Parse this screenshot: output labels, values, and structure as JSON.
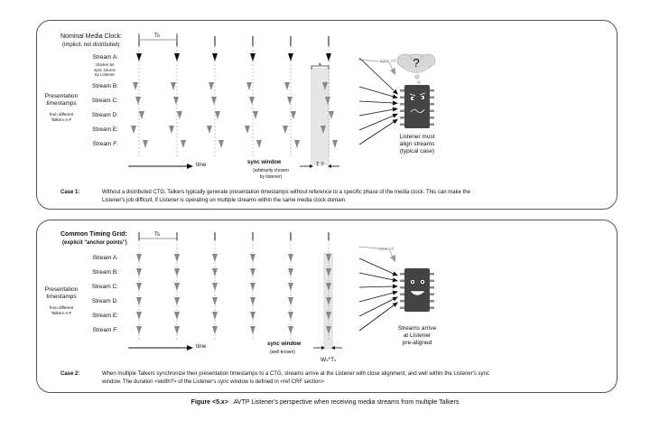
{
  "panel1": {
    "clock_label": "Nominal Media Clock:",
    "clock_sub": "(implicit, not distributed)",
    "ts_label": "Ts",
    "streams": [
      "Stream A:",
      "Stream B:",
      "Stream C:",
      "Stream D:",
      "Stream E:",
      "Stream F:"
    ],
    "stream_a_note": [
      "chosen as",
      "sync source",
      "by Listener"
    ],
    "pts_label": [
      "Presentation",
      "timestamps"
    ],
    "pts_sub": [
      "from different",
      "Talkers A-F"
    ],
    "time_label": "time",
    "sync_window_label": "sync window",
    "sync_window_sub": [
      "(arbitrarily chosen",
      "by listener)"
    ],
    "t_label": "T ?",
    "sync_ref": "sync ref",
    "question": "?",
    "listener_text": [
      "Listener must",
      "align streams",
      "(typical case)"
    ],
    "case_label": "Case 1:",
    "case_text": "Without a distributed CTG, Talkers typically generate presentation timestamps without reference to a specific phase of the media clock.  This can make the Listener's job difficult, if Listener is operating on multiple streams within the same media clock domain."
  },
  "panel2": {
    "clock_label": "Common Timing Grid:",
    "clock_sub": "(explicit \"anchor points\")",
    "ts_label": "Ts",
    "streams": [
      "Stream A:",
      "Stream B:",
      "Stream C:",
      "Stream D:",
      "Stream E:",
      "Stream F:"
    ],
    "pts_label": [
      "Presentation",
      "timestamps"
    ],
    "pts_sub": [
      "from different",
      "Talkers A-F"
    ],
    "time_label": "time",
    "sync_window_label": "sync window",
    "sync_window_sub": "(well known)",
    "w_label": "Wₛ*Tₛ",
    "sync_ref": "sync ref",
    "listener_text": [
      "Streams arrive",
      "at Listener",
      "pre-aligned"
    ],
    "case_label": "Case 2:",
    "case_text": "When multiple Talkers synchronize their presentation timestamps to a CTG, streams arrive at the Listener with close alignment, and well within the Listener's sync window.  The duration <width?> of the Listener's sync window is defined in <ref CRF section>"
  },
  "caption": {
    "prefix": "Figure <5.x>",
    "text": "AVTP Listener's perspective when receiving media streams from multiple Talkers"
  },
  "colors": {
    "border": "#555555",
    "marker": "#888888",
    "dark": "#111111",
    "window": "#e6e6e6"
  }
}
